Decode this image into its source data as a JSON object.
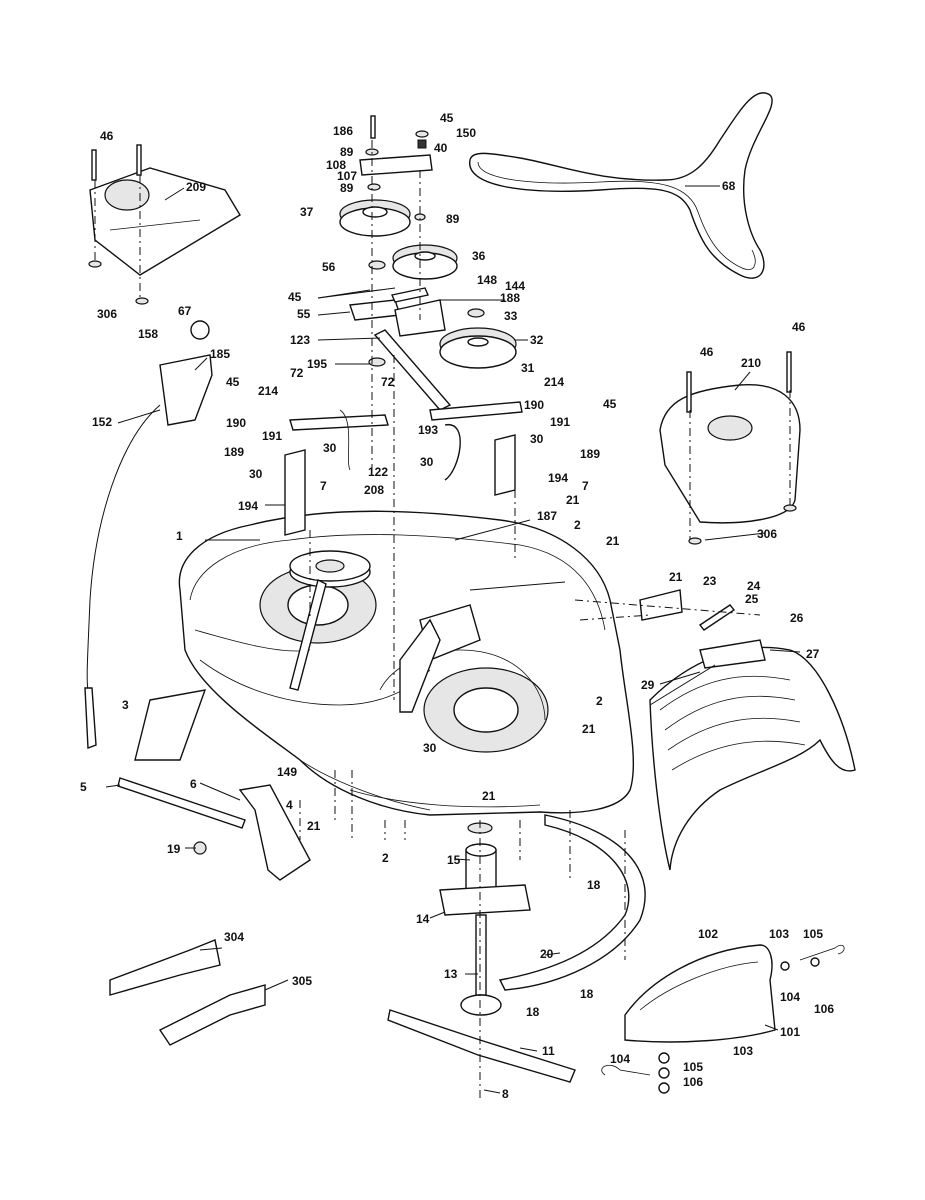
{
  "labels": {
    "l46a": "46",
    "l209": "209",
    "l306a": "306",
    "l67": "67",
    "l158": "158",
    "l185": "185",
    "l152": "152",
    "l186": "186",
    "l45a": "45",
    "l150": "150",
    "l40": "40",
    "l89a": "89",
    "l108": "108",
    "l107": "107",
    "l89b": "89",
    "l37": "37",
    "l89c": "89",
    "l36": "36",
    "l56": "56",
    "l68": "68",
    "l45b": "45",
    "l148": "148",
    "l55": "55",
    "l144": "144",
    "l188": "188",
    "l33": "33",
    "l123": "123",
    "l32": "32",
    "l195": "195",
    "l72a": "72",
    "l31": "31",
    "l45c": "45",
    "l214a": "214",
    "l72b": "72",
    "l214b": "214",
    "l190a": "190",
    "l190b": "190",
    "l45d": "45",
    "l191a": "191",
    "l191b": "191",
    "l193": "193",
    "l30a": "30",
    "l30b": "30",
    "l189a": "189",
    "l30c": "30",
    "l122": "122",
    "l189b": "189",
    "l30d": "30",
    "l194a": "194",
    "l7a": "7",
    "l208": "208",
    "l194b": "194",
    "l7b": "7",
    "l21a": "21",
    "l187": "187",
    "l1": "1",
    "l2a": "2",
    "l21b": "21",
    "l46b": "46",
    "l210": "210",
    "l306b": "306",
    "l21c": "21",
    "l23": "23",
    "l24": "24",
    "l25": "25",
    "l26": "26",
    "l27": "27",
    "l29": "29",
    "l2b": "2",
    "l21d": "21",
    "l30e": "30",
    "l3": "3",
    "l5": "5",
    "l6": "6",
    "l149": "149",
    "l4": "4",
    "l21e": "21",
    "l19": "19",
    "l21f": "21",
    "l2c": "2",
    "l15": "15",
    "l18a": "18",
    "l14": "14",
    "l20": "20",
    "l304": "304",
    "l102": "102",
    "l103a": "103",
    "l105a": "105",
    "l13": "13",
    "l18b": "18",
    "l104a": "104",
    "l106a": "106",
    "l305": "305",
    "l18c": "18",
    "l101": "101",
    "l11": "11",
    "l103b": "103",
    "l104b": "104",
    "l105b": "105",
    "l106b": "106",
    "l8": "8"
  }
}
